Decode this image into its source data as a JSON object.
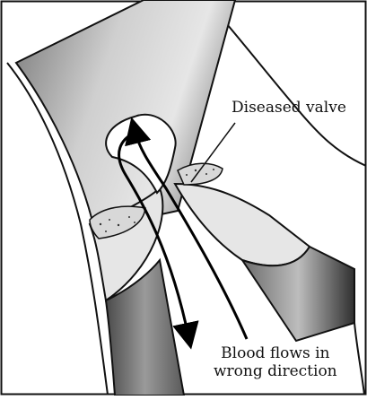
{
  "labels": {
    "diseased_valve": "Diseased valve",
    "blood_flow_line1": "Blood flows in",
    "blood_flow_line2": "wrong direction"
  },
  "colors": {
    "border": "#111111",
    "vein_dark": "#3a3a3a",
    "vein_light": "#d6d6d6",
    "valve_fill": "#e4e4e4",
    "arrow": "#000000"
  }
}
